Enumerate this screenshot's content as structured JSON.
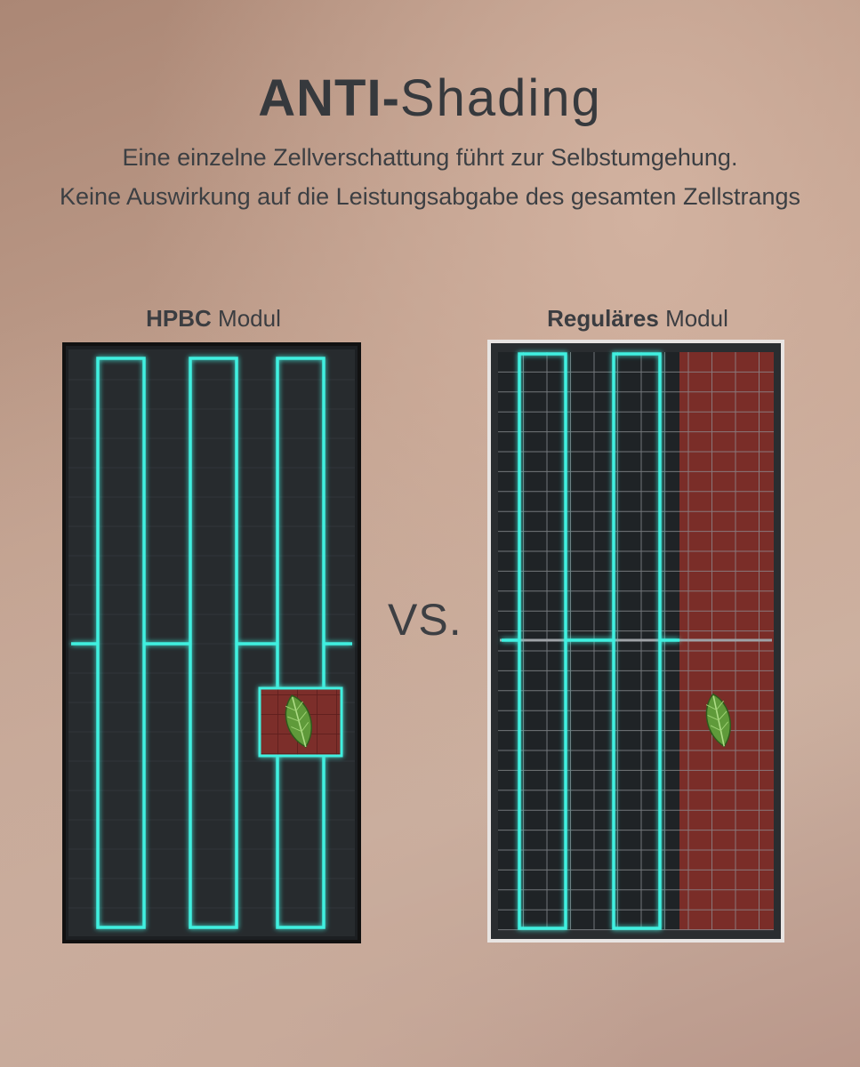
{
  "header": {
    "title_bold": "ANTI-",
    "title_light": "Shading",
    "subtitle_line1": "Eine einzelne Zellverschattung führt zur Selbstumgehung.",
    "subtitle_line2": "Keine Auswirkung auf die Leistungsabgabe des gesamten Zellstrangs"
  },
  "panels": {
    "hpbc": {
      "label_bold": "HPBC",
      "label_rest": " Modul"
    },
    "regular": {
      "label_bold": "Reguläres",
      "label_rest": " Modul"
    }
  },
  "vs_text": "VS.",
  "colors": {
    "string_outline": "#3ff0e0",
    "panel_dark": "#25292c",
    "shaded_cells": "#7a2e2a",
    "leaf": "#5f9a3a"
  },
  "icons": [
    "leaf-icon"
  ]
}
